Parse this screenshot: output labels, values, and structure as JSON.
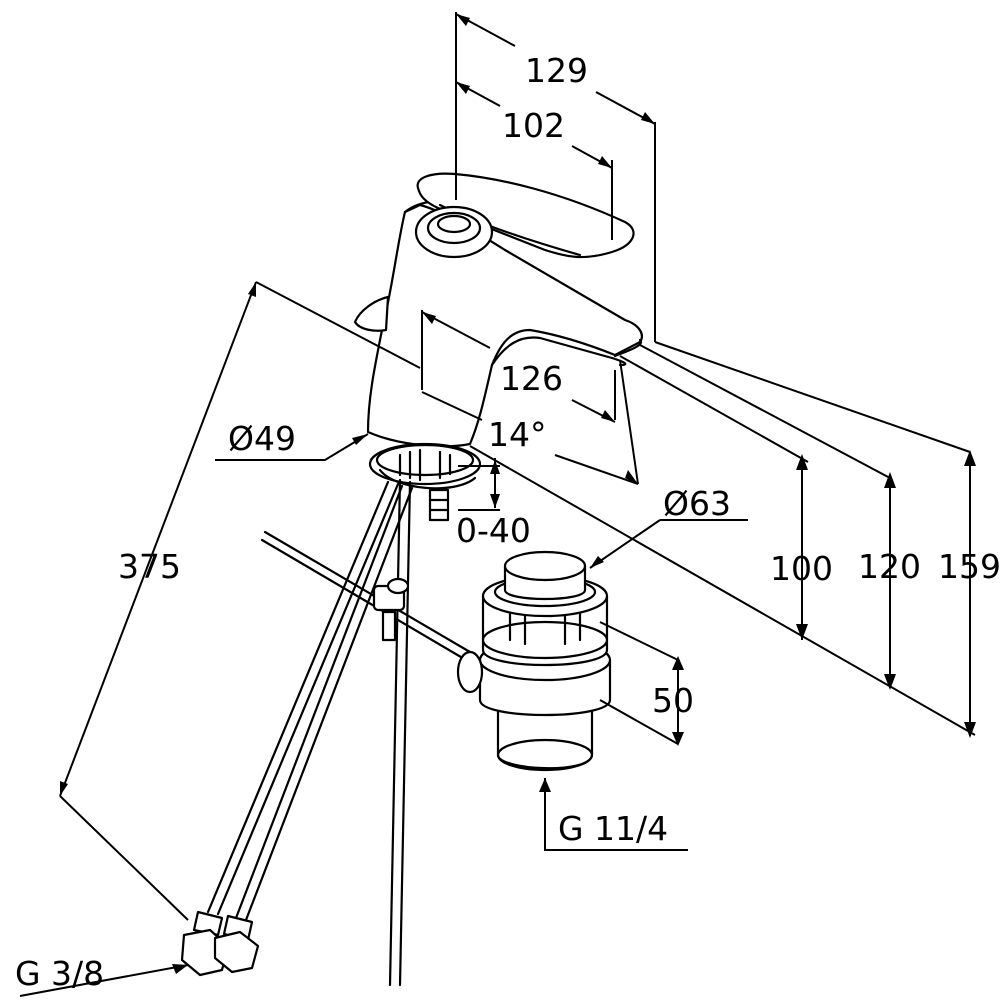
{
  "dimensions": {
    "d129": "129",
    "d102": "102",
    "d126": "126",
    "angle": "14°",
    "dia49": "Ø49",
    "range": "0-40",
    "dia63": "Ø63",
    "d375": "375",
    "d100": "100",
    "d120": "120",
    "d159": "159",
    "d50": "50",
    "thread_drain": "G 11/4",
    "thread_hose": "G 3/8"
  }
}
